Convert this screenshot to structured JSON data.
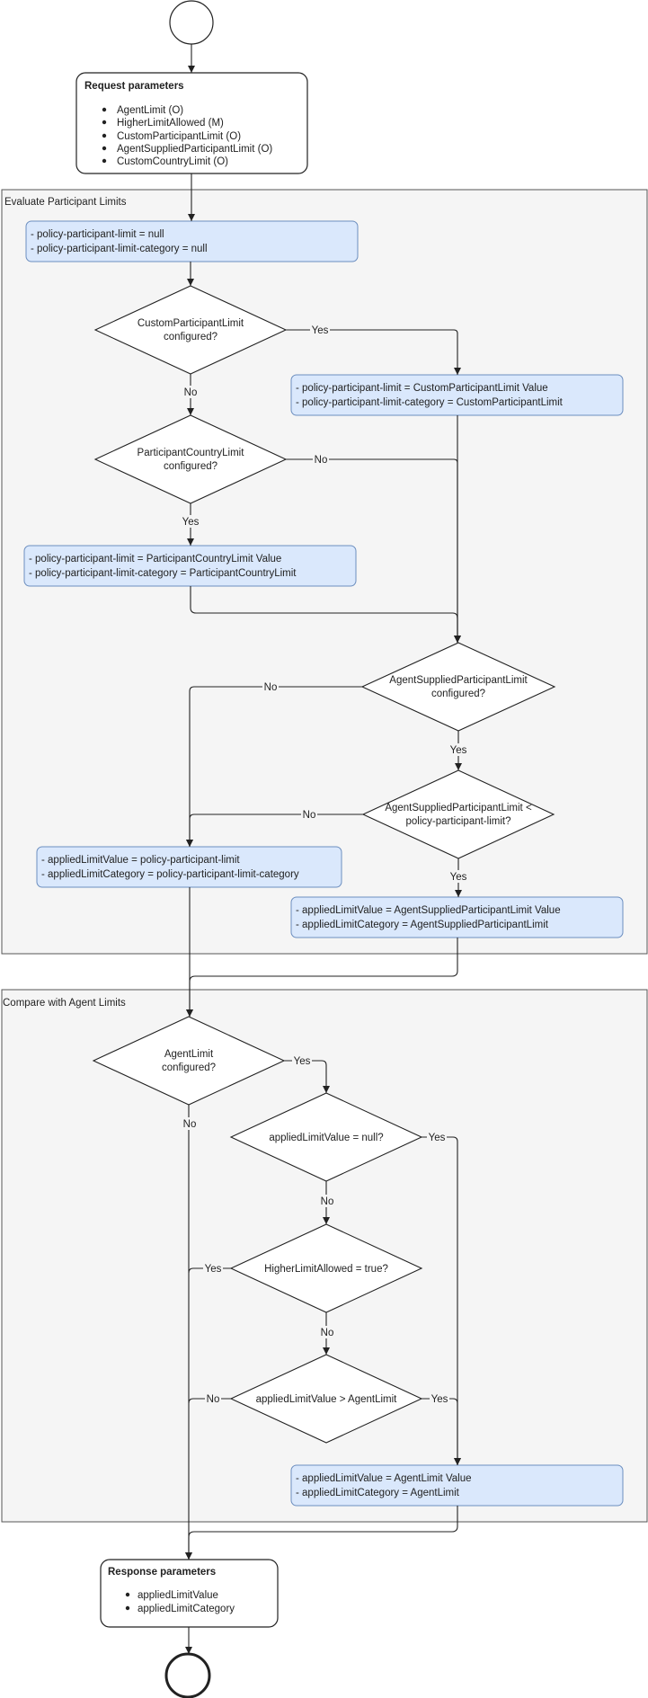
{
  "colors": {
    "stroke": "#222222",
    "container_fill": "#f5f5f5",
    "container_stroke": "#555555",
    "action_fill": "#dae8fc",
    "action_stroke": "#6c8ebf",
    "background": "#ffffff"
  },
  "request": {
    "title": "Request parameters",
    "items": [
      "AgentLimit (O)",
      "HigherLimitAllowed (M)",
      "CustomParticipantLimit (O)",
      "AgentSuppliedParticipantLimit  (O)",
      "CustomCountryLimit  (O)"
    ]
  },
  "evaluate": {
    "label": "Evaluate Participant Limits",
    "init": [
      "- policy-participant-limit = null",
      "- policy-participant-limit-category = null"
    ],
    "d_custom": [
      "CustomParticipantLimit",
      "configured?"
    ],
    "set_custom": [
      "- policy-participant-limit = CustomParticipantLimit Value",
      "- policy-participant-limit-category = CustomParticipantLimit"
    ],
    "d_country": [
      "ParticipantCountryLimit",
      "configured?"
    ],
    "set_country": [
      "- policy-participant-limit = ParticipantCountryLimit Value",
      "- policy-participant-limit-category = ParticipantCountryLimit"
    ],
    "d_agent_supplied": [
      "AgentSuppliedParticipantLimit",
      "configured?"
    ],
    "d_compare": [
      "AgentSuppliedParticipantLimit <",
      "policy-participant-limit?"
    ],
    "set_policy": [
      "- appliedLimitValue = policy-participant-limit",
      "- appliedLimitCategory = policy-participant-limit-category"
    ],
    "set_supplied": [
      "- appliedLimitValue = AgentSuppliedParticipantLimit Value",
      "- appliedLimitCategory = AgentSuppliedParticipantLimit"
    ]
  },
  "compare": {
    "label": "Compare with Agent Limits",
    "d_agent": [
      "AgentLimit",
      "configured?"
    ],
    "d_null": [
      "appliedLimitValue = null?"
    ],
    "d_higher": [
      "HigherLimitAllowed = true?"
    ],
    "d_greater": [
      "appliedLimitValue > AgentLimit"
    ],
    "set_agent": [
      "- appliedLimitValue = AgentLimit Value",
      "- appliedLimitCategory = AgentLimit"
    ]
  },
  "response": {
    "title": "Response parameters",
    "items": [
      "appliedLimitValue",
      "appliedLimitCategory"
    ]
  },
  "edge_labels": {
    "yes": "Yes",
    "no": "No"
  }
}
